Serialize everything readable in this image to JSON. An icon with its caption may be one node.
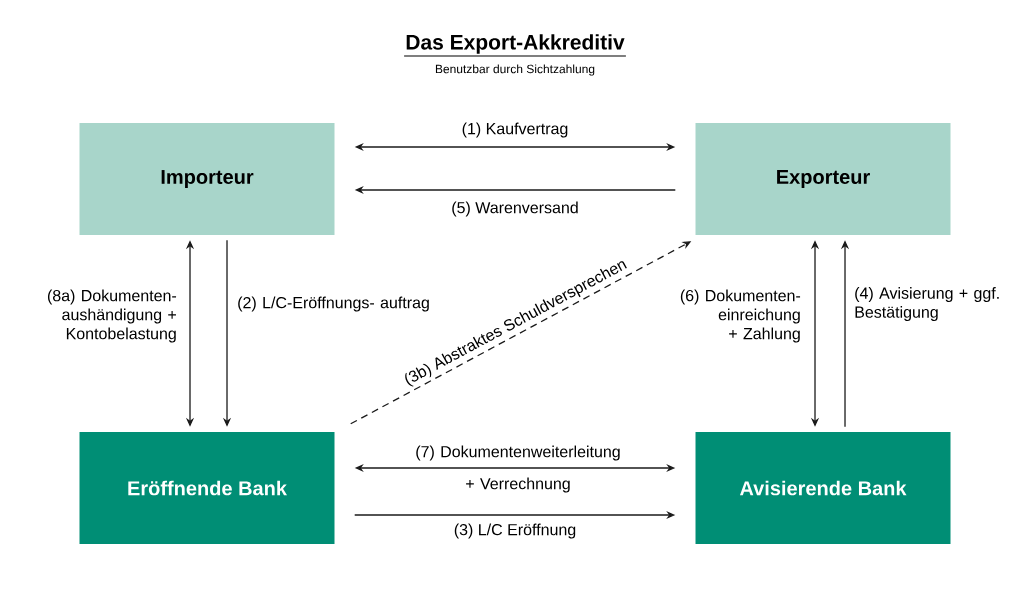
{
  "diagram": {
    "title": "Das Export-Akkreditiv",
    "caption": "Benutzbar durch Sichtzahlung",
    "nodes": [
      {
        "text": [
          "Importeur"
        ]
      },
      {
        "text": [
          "Exporteur"
        ]
      },
      {
        "text": [
          "Eröffnende Bank"
        ]
      },
      {
        "text": [
          "Avisierende Bank"
        ]
      }
    ],
    "edges": [
      {
        "from": 0,
        "to": 1,
        "arrow": "both",
        "label": "(1) Kaufvertrag"
      },
      {
        "from": 1,
        "to": 0,
        "arrow": "to",
        "label": "(5) Warenversand"
      },
      {
        "from": 0,
        "to": 2,
        "arrow": "both",
        "label": "(8a) Dokumenten- aushändigung + Kontobelastung"
      },
      {
        "from": 0,
        "to": 2,
        "arrow": "to",
        "label": "(2) L/C-Eröffnungs- auftrag"
      },
      {
        "from": 2,
        "to": 1,
        "arrow": "to",
        "label": "(3b) Abstraktes Schuldversprechen",
        "style": "dashed"
      },
      {
        "from": 1,
        "to": 3,
        "arrow": "both",
        "label": "(6) Dokumenten- einreichung + Zahlung"
      },
      {
        "from": 3,
        "to": 1,
        "arrow": "to",
        "label": "(4) Avisierung + ggf. Bestätigung"
      },
      {
        "from": 2,
        "to": 3,
        "arrow": "both",
        "label": "(7) Dokumentenweiterleitung + Verrechnung"
      },
      {
        "from": 2,
        "to": 3,
        "arrow": "to",
        "label": "(3) L/C Eröffnung"
      }
    ]
  }
}
